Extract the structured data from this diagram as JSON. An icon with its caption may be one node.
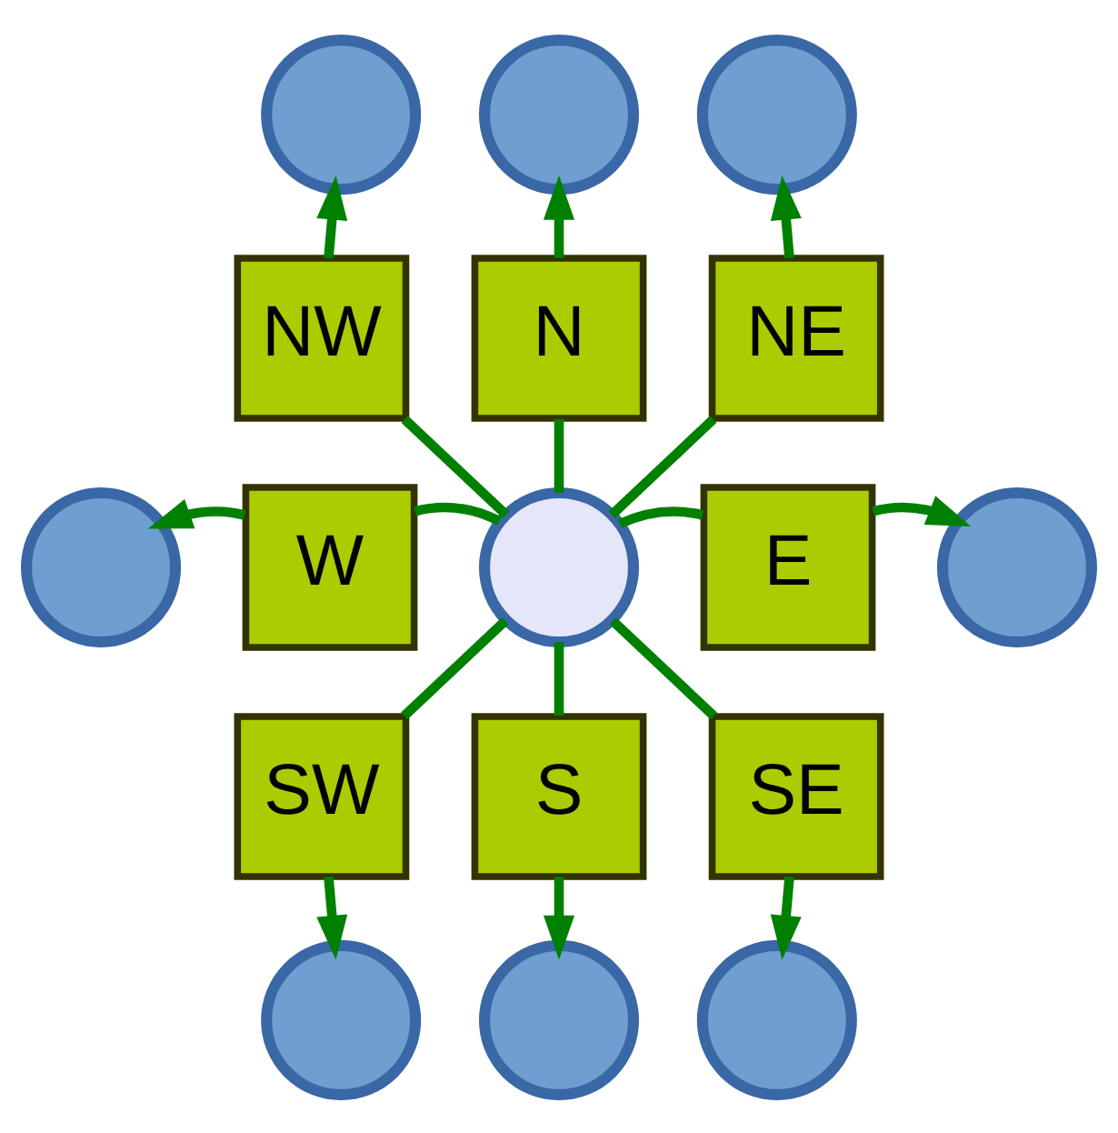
{
  "diagram": {
    "nodes": [
      {
        "text": [],
        "shape": "circle"
      },
      {
        "text": [],
        "shape": "circle"
      },
      {
        "text": [],
        "shape": "circle"
      },
      {
        "text": [
          "NW"
        ]
      },
      {
        "text": [
          "N"
        ]
      },
      {
        "text": [
          "NE"
        ]
      },
      {
        "text": [],
        "shape": "circle"
      },
      {
        "text": [
          "W"
        ]
      },
      {
        "text": [],
        "shape": "circle"
      },
      {
        "text": [
          "E"
        ]
      },
      {
        "text": [],
        "shape": "circle"
      },
      {
        "text": [
          "SW"
        ]
      },
      {
        "text": [
          "S"
        ]
      },
      {
        "text": [
          "SE"
        ]
      },
      {
        "text": [],
        "shape": "circle"
      },
      {
        "text": [],
        "shape": "circle"
      },
      {
        "text": [],
        "shape": "circle"
      }
    ],
    "edges": [
      {
        "from": 8,
        "to": 3,
        "arrow": "none"
      },
      {
        "from": 3,
        "to": 0,
        "arrow": "to"
      },
      {
        "from": 8,
        "to": 4,
        "arrow": "none"
      },
      {
        "from": 4,
        "to": 1,
        "arrow": "to"
      },
      {
        "from": 8,
        "to": 5,
        "arrow": "none"
      },
      {
        "from": 5,
        "to": 2,
        "arrow": "to"
      },
      {
        "from": 8,
        "to": 7,
        "arrow": "none"
      },
      {
        "from": 7,
        "to": 6,
        "arrow": "to"
      },
      {
        "from": 8,
        "to": 9,
        "arrow": "none"
      },
      {
        "from": 9,
        "to": 10,
        "arrow": "to"
      },
      {
        "from": 8,
        "to": 11,
        "arrow": "none"
      },
      {
        "from": 11,
        "to": 14,
        "arrow": "to"
      },
      {
        "from": 8,
        "to": 12,
        "arrow": "none"
      },
      {
        "from": 12,
        "to": 15,
        "arrow": "to"
      },
      {
        "from": 8,
        "to": 13,
        "arrow": "none"
      },
      {
        "from": 13,
        "to": 16,
        "arrow": "to"
      }
    ]
  }
}
